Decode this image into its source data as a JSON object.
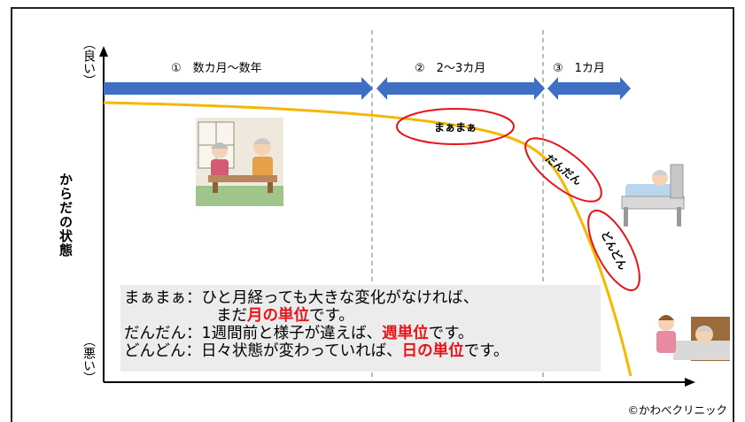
{
  "axis": {
    "y_title": "からだの状態",
    "y_top": "（良い）",
    "y_bottom": "（悪い）"
  },
  "phases": [
    {
      "label": "①　数カ月〜数年"
    },
    {
      "label": "②　2〜3カ月"
    },
    {
      "label": "③　1カ月"
    }
  ],
  "ovals": {
    "maa": "まぁまぁ",
    "dan": "だんだん",
    "don": "どんどん"
  },
  "legend": {
    "l1": "まぁまぁ：ひと月経っても大きな変化がなければ、",
    "l2a": "まだ",
    "l2b": "月の単位",
    "l2c": "です。",
    "l3a": "だんだん：1週間前と様子が違えば、",
    "l3b": "週単位",
    "l3c": "です。",
    "l4a": "どんどん：日々状態が変わっていれば、",
    "l4b": "日の単位",
    "l4c": "です。"
  },
  "credit": "©かわべクリニック",
  "colors": {
    "arrow": "#3e6fc4",
    "curve": "#f5b800",
    "oval": "#e8141b",
    "legend_bg": "#ececec",
    "highlight": "#e8141b"
  }
}
